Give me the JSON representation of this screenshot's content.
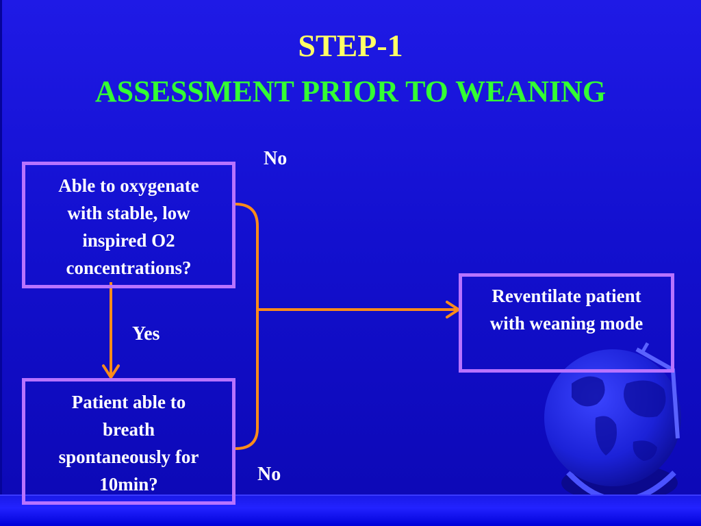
{
  "slide": {
    "title_line1": "STEP-1",
    "title_line2": "ASSESSMENT PRIOR TO WEANING"
  },
  "nodes": {
    "oxygenate": {
      "lines": [
        "Able to oxygenate",
        "with stable, low",
        "inspired O2",
        "concentrations?"
      ]
    },
    "spontaneous": {
      "lines": [
        "Patient able to",
        "breath",
        "spontaneously for",
        "10min?"
      ]
    },
    "reventilate": {
      "lines": [
        "Reventilate patient",
        "with weaning mode"
      ]
    }
  },
  "edges": {
    "no_top": "No",
    "yes": "Yes",
    "no_bottom": "No"
  },
  "colors": {
    "title_primary": "#ffff66",
    "title_secondary": "#33ff33",
    "box_border": "#b873ff",
    "connector": "#ff8c1a",
    "background": "#1310cf"
  },
  "decoration": {
    "icon": "globe-icon"
  }
}
